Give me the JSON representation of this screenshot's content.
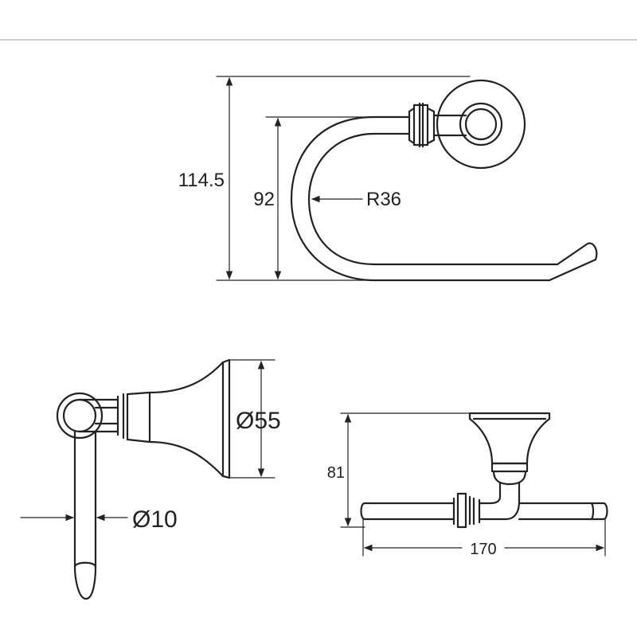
{
  "dimensions": {
    "overall_height": "114.5",
    "inner_height": "92",
    "radius": "R36",
    "base_diameter": "Ø55",
    "rod_diameter": "Ø10",
    "side_height": "81",
    "length": "170"
  }
}
